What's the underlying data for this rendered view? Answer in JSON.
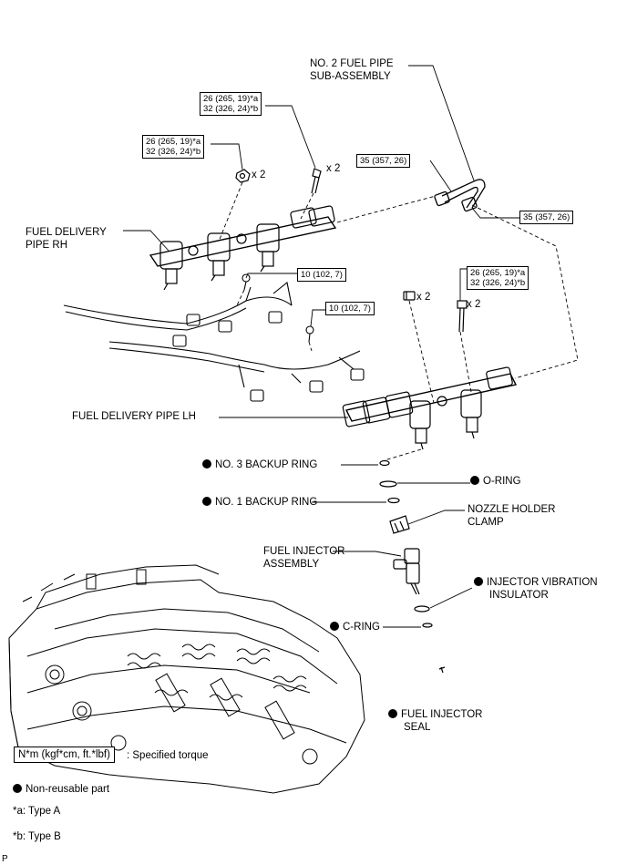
{
  "labels": {
    "no2_fuel_pipe": [
      "NO. 2 FUEL PIPE",
      "SUB-ASSEMBLY"
    ],
    "fuel_delivery_rh": [
      "FUEL DELIVERY",
      "PIPE RH"
    ],
    "fuel_delivery_lh": "FUEL DELIVERY PIPE LH",
    "no3_backup_ring": "NO. 3 BACKUP RING",
    "o_ring": "O-RING",
    "no1_backup_ring": "NO. 1 BACKUP RING",
    "nozzle_holder_clamp": [
      "NOZZLE HOLDER",
      "CLAMP"
    ],
    "fuel_injector_assembly": [
      "FUEL INJECTOR",
      "ASSEMBLY"
    ],
    "injector_vibration_insulator": [
      "INJECTOR VIBRATION",
      "INSULATOR"
    ],
    "c_ring": "C-RING",
    "fuel_injector_seal": [
      "FUEL INJECTOR",
      "SEAL"
    ]
  },
  "torques": {
    "rh_left": [
      "26 (265, 19)*a",
      "32 (326, 24)*b"
    ],
    "rh_right": [
      "26 (265, 19)*a",
      "32 (326, 24)*b"
    ],
    "pipe_left": "35 (357, 26)",
    "pipe_right": "35 (357, 26)",
    "bracket_upper": "10 (102, 7)",
    "bracket_lower": "10 (102, 7)",
    "lh": [
      "26 (265, 19)*a",
      "32 (326, 24)*b"
    ]
  },
  "quantities": {
    "rh_nut": "x 2",
    "rh_bolt": "x 2",
    "lh_nut": "x 2",
    "lh_bolt": "x 2"
  },
  "legend": {
    "torque_box": "N*m (kgf*cm, ft.*lbf)",
    "torque_text": ": Specified torque",
    "non_reusable": "Non-reusable part",
    "type_a": "*a: Type A",
    "type_b": "*b: Type B"
  },
  "footer_mark": "P"
}
